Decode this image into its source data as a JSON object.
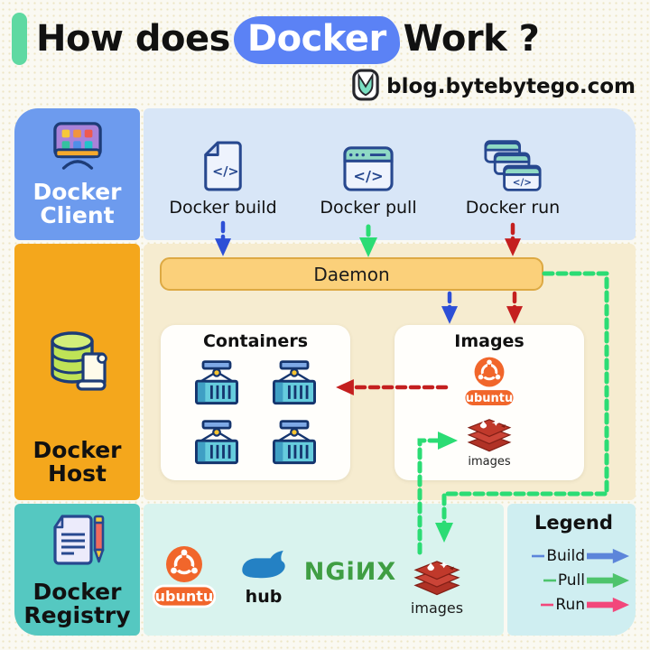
{
  "header": {
    "title_pre": "How does",
    "title_highlight": "Docker",
    "title_post": "Work ?",
    "attribution": "blog.bytebytego.com"
  },
  "sections": {
    "client": {
      "title_top": "Docker",
      "title_bottom": "Client",
      "commands": [
        {
          "label": "Docker build"
        },
        {
          "label": "Docker pull"
        },
        {
          "label": "Docker run"
        }
      ]
    },
    "host": {
      "title_top": "Docker",
      "title_bottom": "Host",
      "daemon_label": "Daemon",
      "containers_box": {
        "title": "Containers"
      },
      "images_box": {
        "title": "Images",
        "ubuntu_wordmark": "ubuntu",
        "redis_label": "images"
      }
    },
    "registry": {
      "title_top": "Docker",
      "title_bottom": "Registry",
      "ubuntu_wordmark": "ubuntu",
      "hub_label": "hub",
      "nginx_wordmark": "NGiИX",
      "redis_label": "images"
    }
  },
  "legend": {
    "title": "Legend",
    "items": [
      {
        "label": "Build",
        "color": "#5c85da"
      },
      {
        "label": "Pull",
        "color": "#4ec46c"
      },
      {
        "label": "Run",
        "color": "#f2477b"
      }
    ]
  },
  "icons": {
    "code_glyph": "</>"
  },
  "colors": {
    "flow_build": "#2d4fd6",
    "flow_pull": "#2bdc74",
    "flow_run": "#c41f1f",
    "client_sidebar": "#6d9bee",
    "client_area": "#d8e6f7",
    "host_sidebar": "#f4a71c",
    "host_area": "#f6ecd0",
    "registry_sidebar": "#55c8c1",
    "registry_area": "#d9f3ee",
    "legend_panel": "#cfeef1",
    "daemon_fill": "#fbd07a",
    "title_highlight": "#5b82f5",
    "accent_bar": "#5fd9a2"
  }
}
